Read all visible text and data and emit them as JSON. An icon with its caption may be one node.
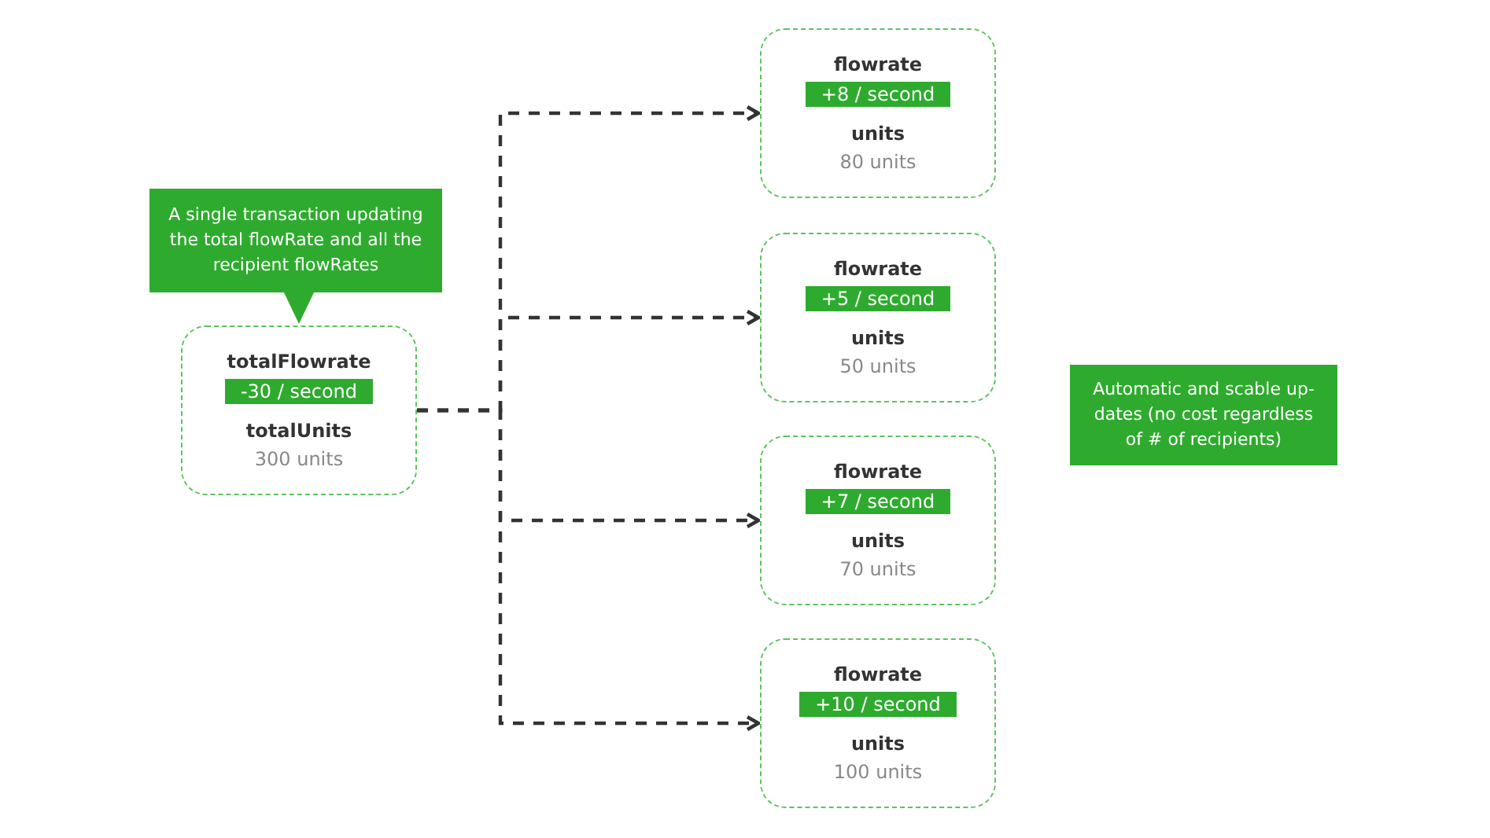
{
  "diagram": {
    "nodes": [
      {
        "text": [
          "A single transaction updating the total flowRate and all the recipient flowRates"
        ]
      },
      {
        "text": [
          "totalFlowrate",
          "-30 / second",
          "totalUnits",
          "300 units"
        ]
      },
      {
        "text": [
          "flowrate",
          "+8 / second",
          "units",
          "80 units"
        ]
      },
      {
        "text": [
          "flowrate",
          "+5 / second",
          "units",
          "50 units"
        ]
      },
      {
        "text": [
          "flowrate",
          "+7 / second",
          "units",
          "70 units"
        ]
      },
      {
        "text": [
          "flowrate",
          "+10 / second",
          "units",
          "100 units"
        ]
      },
      {
        "text": [
          "Automatic and scable up-dates (no cost regardless of # of recipients)"
        ]
      }
    ],
    "edges": [
      {
        "from": 0,
        "to": 1,
        "arrow": "to",
        "color": "#2eab2e"
      },
      {
        "from": 1,
        "to": 2,
        "arrow": "to",
        "style": "dashed"
      },
      {
        "from": 1,
        "to": 3,
        "arrow": "to",
        "style": "dashed"
      },
      {
        "from": 1,
        "to": 4,
        "arrow": "to",
        "style": "dashed"
      },
      {
        "from": 1,
        "to": 5,
        "arrow": "to",
        "style": "dashed"
      }
    ]
  }
}
